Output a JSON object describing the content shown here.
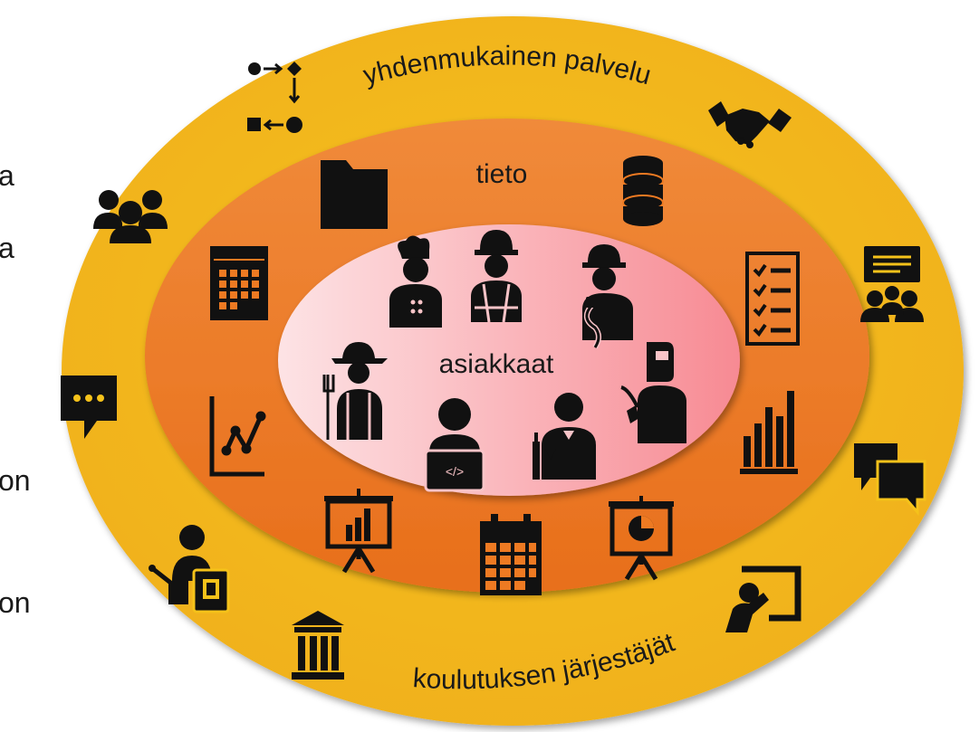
{
  "outer_ring": {
    "top_label": "yhdenmukainen palvelu",
    "bottom_label": "koulutuksen järjestäjät",
    "color": "#f5c21a"
  },
  "middle_ring": {
    "label": "tieto",
    "color": "#ee7a22"
  },
  "center": {
    "label": "asiakkaat",
    "color": "#f9b7bf"
  },
  "clipped_left_text": [
    "a",
    "a",
    "on",
    "on"
  ],
  "icons": {
    "outer": [
      "process-flow-icon",
      "handshake-icon",
      "group-icon",
      "presentation-audience-icon",
      "chat-icon",
      "conversation-icon",
      "teacher-icon",
      "institution-icon",
      "whiteboard-teaching-icon"
    ],
    "middle": [
      "folder-icon",
      "database-icon",
      "calendar-grid-icon",
      "checklist-icon",
      "line-chart-icon",
      "bar-chart-icon",
      "presentation-bar-icon",
      "calendar-icon",
      "presentation-pie-icon"
    ],
    "center": [
      "chef-icon",
      "construction-worker-icon",
      "electrician-icon",
      "farmer-icon",
      "programmer-icon",
      "waiter-icon",
      "welder-icon"
    ]
  }
}
